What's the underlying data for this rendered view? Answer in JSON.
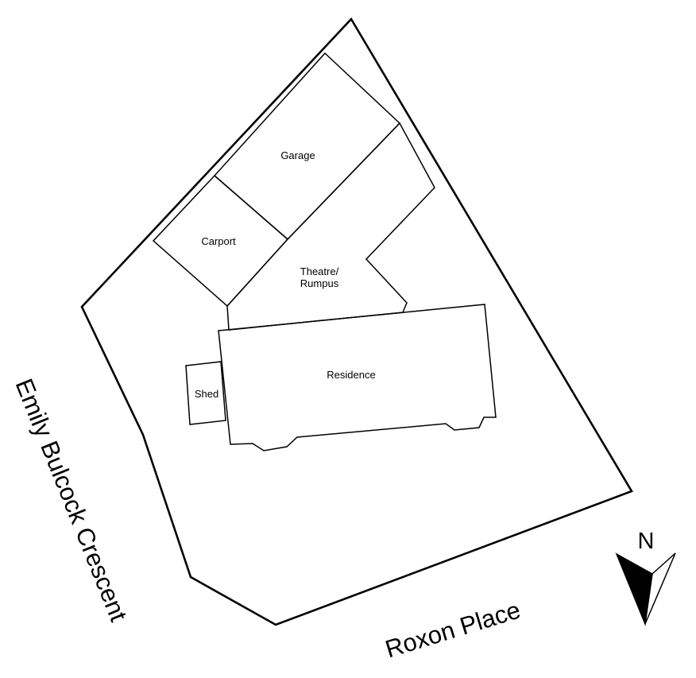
{
  "site_plan": {
    "rooms": {
      "garage": "Garage",
      "carport": "Carport",
      "theatre_line1": "Theatre/",
      "theatre_line2": "Rumpus",
      "residence": "Residence",
      "shed": "Shed"
    },
    "streets": {
      "west": "Emily Bulcock Crescent",
      "south": "Roxon Place"
    },
    "north_arrow": {
      "letter": "N",
      "icon": "north-arrow-icon"
    }
  },
  "colors": {
    "line": "#000000",
    "background": "#ffffff"
  }
}
